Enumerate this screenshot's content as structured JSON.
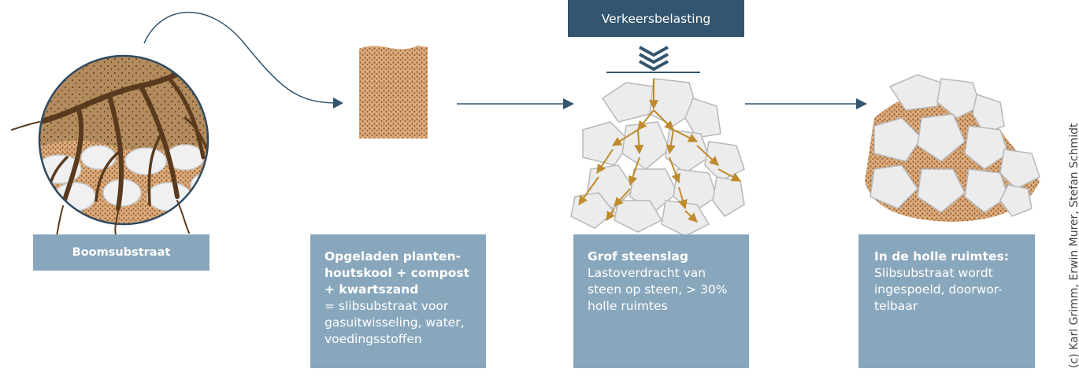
{
  "load_label": "Verkeersbelasting",
  "credit": "(c) Karl Grimm, Erwin Murer, Stefan Schmidt",
  "steps": [
    {
      "head": "Boomsubstraat",
      "body": ""
    },
    {
      "head": "Opgeladen planten-\nhoutskool + compost\n+ kwartszand",
      "body": "= slibsubstraat voor gasuitwisseling, water, voedingsstoffen"
    },
    {
      "head": "Grof steenslag",
      "body": "Lastoverdracht van steen op steen, > 30% holle ruimtes"
    },
    {
      "head": "In de holle ruimtes:",
      "body": "Slibsubstraat wordt ingespoeld, doorwor-telbaar"
    }
  ],
  "colors": {
    "box": "#89a7bc",
    "load_box": "#33556f",
    "arrow": "#33556f",
    "root": "#5a3a1e",
    "soil": "#b38b5d",
    "stone": "#e6e6e6",
    "substrate": "#c98a55",
    "force_arrow": "#c08b2c"
  },
  "icons": [
    "tree-root-circle",
    "substrate-sample",
    "stone-pile-loaded",
    "stone-pile-filled",
    "flow-arrow",
    "load-chevron-icon"
  ]
}
